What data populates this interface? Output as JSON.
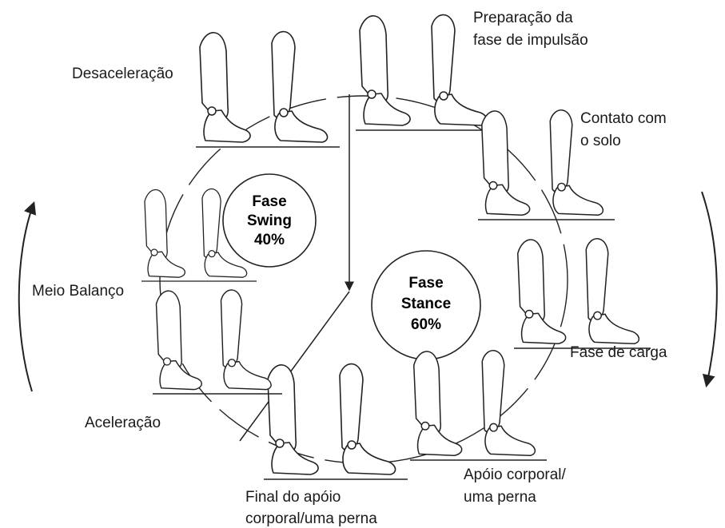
{
  "phases": {
    "swing": {
      "line1": "Fase",
      "line2": "Swing",
      "pct": "40%"
    },
    "stance": {
      "line1": "Fase",
      "line2": "Stance",
      "pct": "60%"
    }
  },
  "labels": {
    "preparacao": [
      "Preparação da",
      "fase de impulsão"
    ],
    "contato": [
      "Contato com",
      "o solo"
    ],
    "carga": [
      "Fase de carga"
    ],
    "apoio": [
      "Apóio corporal/",
      "uma perna"
    ],
    "final": [
      "Final do apóio",
      "corporal/uma perna"
    ],
    "aceleracao": [
      "Aceleração"
    ],
    "meio": [
      "Meio Balanço"
    ],
    "desaceleracao": [
      "Desaceleração"
    ]
  },
  "icons": {
    "left_arrow": "arrow-counterclockwise-icon",
    "right_arrow": "arrow-clockwise-icon",
    "figure": "walking-legs-icon"
  }
}
